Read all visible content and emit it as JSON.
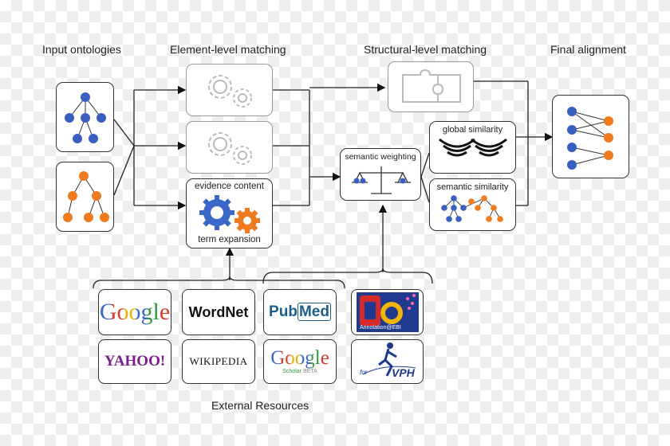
{
  "headers": {
    "input_ontologies": "Input ontologies",
    "element_level": "Element-level matching",
    "structural_level": "Structural-level matching",
    "final_alignment": "Final alignment"
  },
  "boxes": {
    "evidence_content": "evidence content",
    "term_expansion": "term expansion",
    "semantic_weighting": "semantic weighting",
    "global_similarity": "global similarity",
    "semantic_similarity": "semantic similarity"
  },
  "resources": {
    "google": "Google",
    "wordnet": "WordNet",
    "pubmed_a": "Pub",
    "pubmed_b": "Med",
    "go_caption": "Annotation@EBI",
    "yahoo": "YAHOO!",
    "wikipedia": "WIKIPEDIA",
    "google_scholar": "Google",
    "scholar_sub": "Scholar",
    "scholar_beta": "BETA",
    "vph": "VPH",
    "vph_prefix": "for",
    "external_label": "External Resources"
  },
  "colors": {
    "blue_node": "#3b5fc0",
    "orange_node": "#f07a1e",
    "border": "#333333",
    "faded": "#bbbbbb"
  }
}
